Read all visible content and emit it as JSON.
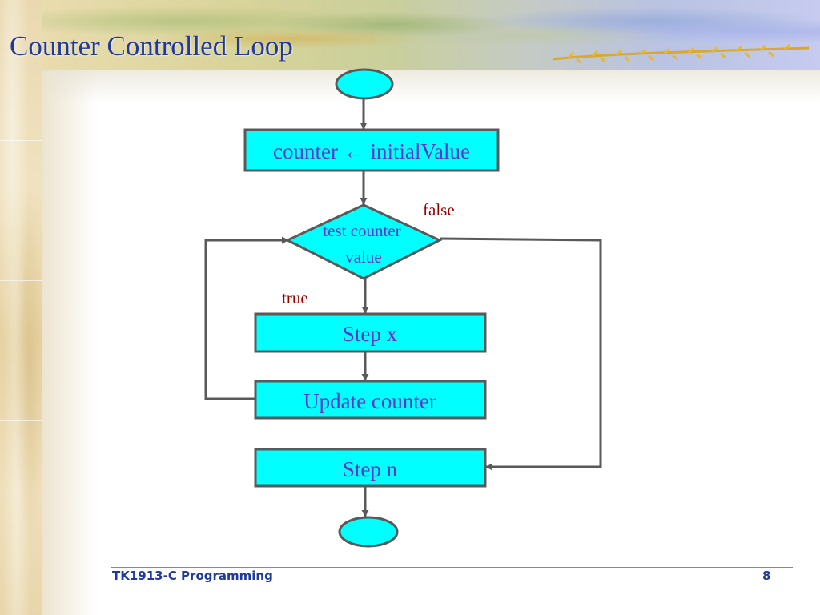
{
  "slide": {
    "title": "Counter Controlled Loop",
    "footer_course": "TK1913-C Programming",
    "page_number": "8"
  },
  "flowchart": {
    "init_box": "counter ← initialValue",
    "decision_line1": "test counter",
    "decision_line2": "value",
    "false_label": "false",
    "true_label": "true",
    "step_x": "Step x",
    "update_box": "Update counter",
    "step_n": "Step n"
  },
  "colors": {
    "node_fill": "#00ffff",
    "node_stroke": "#595959",
    "node_text": "#6633cc",
    "branch_label": "#990000",
    "title": "#1f3a9c"
  }
}
